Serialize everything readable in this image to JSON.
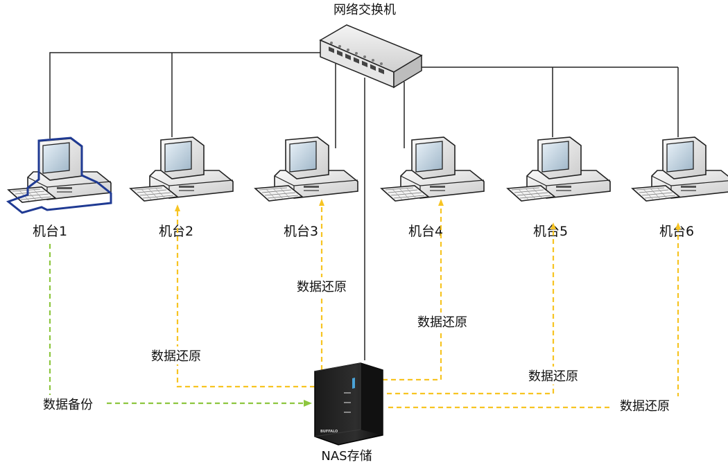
{
  "switch": {
    "label": "网络交换机"
  },
  "machines": [
    {
      "label": "机台1",
      "selected": true
    },
    {
      "label": "机台2"
    },
    {
      "label": "机台3"
    },
    {
      "label": "机台4"
    },
    {
      "label": "机台5"
    },
    {
      "label": "机台6"
    }
  ],
  "nas": {
    "label": "NAS存储",
    "brand": "BUFFALO"
  },
  "flows": {
    "backup_label": "数据备份",
    "restore_label": "数据还原"
  },
  "colors": {
    "network_line": "#222222",
    "backup_arrow": "#8dc63f",
    "restore_arrow": "#f7c422",
    "selected_outline": "#1f3a93"
  },
  "icons": {
    "switch": "network-switch-icon",
    "machine": "desktop-computer-icon",
    "nas": "nas-server-icon"
  }
}
